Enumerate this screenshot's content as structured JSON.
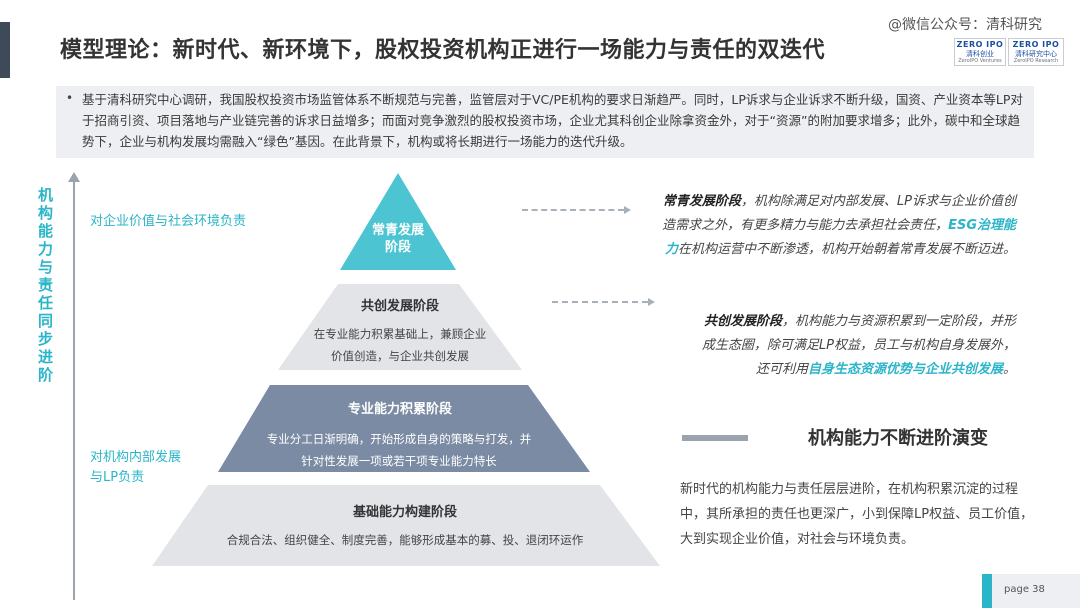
{
  "header": {
    "title": "模型理论：新时代、新环境下，股权投资机构正进行一场能力与责任的双迭代",
    "watermark": "@微信公众号：清科研究",
    "logo_left": {
      "top": "ZERO IPO",
      "mid": "清科创业",
      "bot": "ZeroIPO Ventures"
    },
    "logo_right": {
      "top": "ZERO IPO",
      "mid": "清科研究中心",
      "bot": "ZeroIPO Research"
    }
  },
  "summary": {
    "bullet": "•",
    "text": "基于清科研究中心调研，我国股权投资市场监管体系不断规范与完善，监管层对于VC/PE机构的要求日渐趋严。同时，LP诉求与企业诉求不断升级，国资、产业资本等LP对于招商引资、项目落地与产业链完善的诉求日益增多；而面对竞争激烈的股权投资市场，企业尤其科创企业除拿资金外，对于“资源”的附加要求增多；此外，碳中和全球趋势下，企业与机构发展均需融入“绿色”基因。在此背景下，机构或将长期进行一场能力的迭代升级。"
  },
  "axis": {
    "title": "机构能力与责任同步进阶",
    "label_top": "对企业价值与社会环境负责",
    "label_bottom": "对机构内部发展与LP负责"
  },
  "pyramid": {
    "level1": {
      "title": "常青发展阶段"
    },
    "level2": {
      "title": "共创发展阶段",
      "desc": "在专业能力积累基础上，兼顾企业价值创造，与企业共创发展"
    },
    "level3": {
      "title": "专业能力积累阶段",
      "desc": "专业分工日渐明确，开始形成自身的策略与打发，并针对性发展一项或若干项专业能力特长"
    },
    "level4": {
      "title": "基础能力构建阶段",
      "desc": "合规合法、组织健全、制度完善，能够形成基本的募、投、退闭环运作"
    },
    "colors": {
      "level1": "#4cc4d1",
      "level2": "#e2e4e8",
      "level3": "#7a8ba3",
      "level4": "#e2e4e8"
    }
  },
  "descriptions": {
    "evergreen": {
      "label": "常青发展阶段",
      "part1": "，机构除满足对内部发展、LP诉求与企业价值创造需求之外，有更多精力与能力去承担社会责任，",
      "highlight": "ESG治理能力",
      "part2": "在机构运营中不断渗透，机构开始朝着常青发展不断迈进。"
    },
    "cocreation": {
      "label": "共创发展阶段",
      "part1": "，机构能力与资源积累到一定阶段，并形成生态圈，除可满足LP权益，员工与机构自身发展外，还可利用",
      "highlight": "自身生态资源优势与企业共创发展",
      "part2": "。"
    }
  },
  "evolution": {
    "title": "机构能力不断进阶演变",
    "text": "新时代的机构能力与责任层层进阶，在机构积累沉淀的过程中，其所承担的责任也更深广，小到保障LP权益、员工价值，大到实现企业价值，对社会与环境负责。"
  },
  "footer": {
    "page_label": "page  38"
  }
}
